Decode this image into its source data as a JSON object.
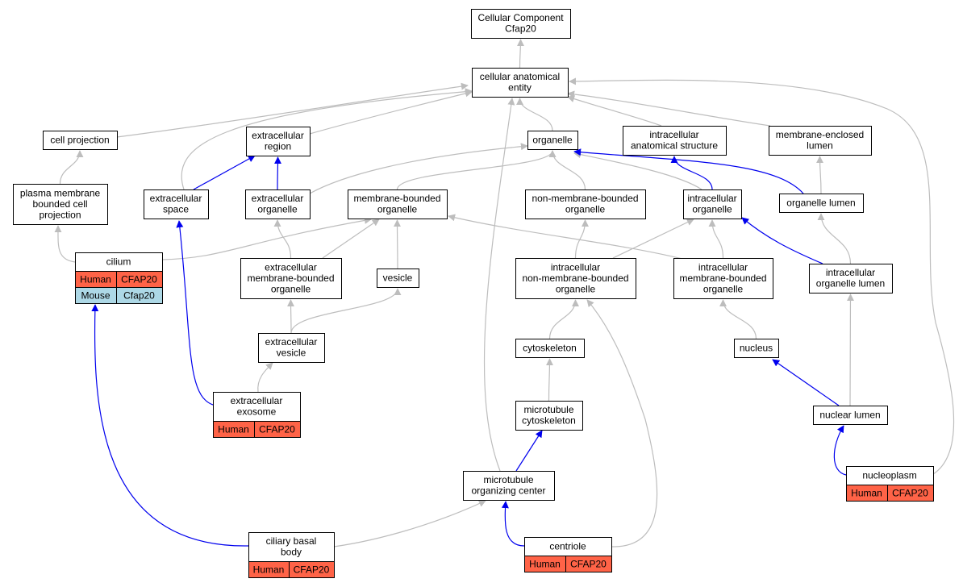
{
  "colors": {
    "gray_edge": "#bdbdbd",
    "blue_edge": "#0000ee",
    "human_fill": "#ff6347",
    "mouse_fill": "#add8e6"
  },
  "nodes": {
    "root": {
      "lines": [
        "Cellular Component",
        "Cfap20"
      ]
    },
    "cae": {
      "lines": [
        "cellular anatomical",
        "entity"
      ]
    },
    "cellproj": {
      "lines": [
        "cell projection"
      ]
    },
    "exreg": {
      "lines": [
        "extracellular",
        "region"
      ]
    },
    "organelle": {
      "lines": [
        "organelle"
      ]
    },
    "ias": {
      "lines": [
        "intracellular",
        "anatomical structure"
      ]
    },
    "mel": {
      "lines": [
        "membrane-enclosed",
        "lumen"
      ]
    },
    "pmbcp": {
      "lines": [
        "plasma membrane",
        "bounded cell",
        "projection"
      ]
    },
    "exspace": {
      "lines": [
        "extracellular",
        "space"
      ]
    },
    "exorg": {
      "lines": [
        "extracellular",
        "organelle"
      ]
    },
    "mbo": {
      "lines": [
        "membrane-bounded",
        "organelle"
      ]
    },
    "nmbo": {
      "lines": [
        "non-membrane-bounded",
        "organelle"
      ]
    },
    "intorg": {
      "lines": [
        "intracellular",
        "organelle"
      ]
    },
    "orglumen": {
      "lines": [
        "organelle lumen"
      ]
    },
    "cilium": {
      "lines": [
        "cilium"
      ],
      "rows": [
        [
          "Human",
          "CFAP20"
        ],
        [
          "Mouse",
          "Cfap20"
        ]
      ]
    },
    "exmbo": {
      "lines": [
        "extracellular",
        "membrane-bounded",
        "organelle"
      ]
    },
    "vesicle": {
      "lines": [
        "vesicle"
      ]
    },
    "inmbo": {
      "lines": [
        "intracellular",
        "non-membrane-bounded",
        "organelle"
      ]
    },
    "imbo": {
      "lines": [
        "intracellular",
        "membrane-bounded",
        "organelle"
      ]
    },
    "iol": {
      "lines": [
        "intracellular",
        "organelle lumen"
      ]
    },
    "exves": {
      "lines": [
        "extracellular",
        "vesicle"
      ]
    },
    "cytoskel": {
      "lines": [
        "cytoskeleton"
      ]
    },
    "nucleus": {
      "lines": [
        "nucleus"
      ]
    },
    "exosome": {
      "lines": [
        "extracellular",
        "exosome"
      ],
      "rows": [
        [
          "Human",
          "CFAP20"
        ]
      ]
    },
    "mtcyto": {
      "lines": [
        "microtubule",
        "cytoskeleton"
      ]
    },
    "nuclumen": {
      "lines": [
        "nuclear lumen"
      ]
    },
    "nucleoplasm": {
      "lines": [
        "nucleoplasm"
      ],
      "rows": [
        [
          "Human",
          "CFAP20"
        ]
      ]
    },
    "mtoc": {
      "lines": [
        "microtubule",
        "organizing center"
      ]
    },
    "cbb": {
      "lines": [
        "ciliary basal",
        "body"
      ],
      "rows": [
        [
          "Human",
          "CFAP20"
        ]
      ]
    },
    "centriole": {
      "lines": [
        "centriole"
      ],
      "rows": [
        [
          "Human",
          "CFAP20"
        ]
      ]
    }
  },
  "edges": [
    {
      "from": "cae",
      "to": "root",
      "type": "gray"
    },
    {
      "from": "cellproj",
      "to": "cae",
      "type": "gray"
    },
    {
      "from": "exreg",
      "to": "cae",
      "type": "gray"
    },
    {
      "from": "organelle",
      "to": "cae",
      "type": "gray"
    },
    {
      "from": "ias",
      "to": "cae",
      "type": "gray"
    },
    {
      "from": "mel",
      "to": "cae",
      "type": "gray"
    },
    {
      "from": "exspace",
      "to": "cae",
      "type": "gray"
    },
    {
      "from": "mtoc",
      "to": "cae",
      "type": "gray"
    },
    {
      "from": "nucleoplasm",
      "to": "cae",
      "type": "gray"
    },
    {
      "from": "pmbcp",
      "to": "cellproj",
      "type": "gray"
    },
    {
      "from": "exspace",
      "to": "exreg",
      "type": "blue"
    },
    {
      "from": "exorg",
      "to": "exreg",
      "type": "blue"
    },
    {
      "from": "exorg",
      "to": "organelle",
      "type": "gray"
    },
    {
      "from": "mbo",
      "to": "organelle",
      "type": "gray"
    },
    {
      "from": "nmbo",
      "to": "organelle",
      "type": "gray"
    },
    {
      "from": "intorg",
      "to": "organelle",
      "type": "gray"
    },
    {
      "from": "orglumen",
      "to": "organelle",
      "type": "blue"
    },
    {
      "from": "intorg",
      "to": "ias",
      "type": "blue"
    },
    {
      "from": "orglumen",
      "to": "mel",
      "type": "gray"
    },
    {
      "from": "cilium",
      "to": "pmbcp",
      "type": "gray"
    },
    {
      "from": "cilium",
      "to": "mbo",
      "type": "gray"
    },
    {
      "from": "exmbo",
      "to": "exorg",
      "type": "gray"
    },
    {
      "from": "exmbo",
      "to": "mbo",
      "type": "gray"
    },
    {
      "from": "vesicle",
      "to": "mbo",
      "type": "gray"
    },
    {
      "from": "imbo",
      "to": "mbo",
      "type": "gray"
    },
    {
      "from": "inmbo",
      "to": "nmbo",
      "type": "gray"
    },
    {
      "from": "inmbo",
      "to": "intorg",
      "type": "gray"
    },
    {
      "from": "imbo",
      "to": "intorg",
      "type": "gray"
    },
    {
      "from": "iol",
      "to": "intorg",
      "type": "blue"
    },
    {
      "from": "iol",
      "to": "orglumen",
      "type": "gray"
    },
    {
      "from": "exves",
      "to": "exmbo",
      "type": "gray"
    },
    {
      "from": "exves",
      "to": "vesicle",
      "type": "gray"
    },
    {
      "from": "cytoskel",
      "to": "inmbo",
      "type": "gray"
    },
    {
      "from": "centriole",
      "to": "inmbo",
      "type": "gray"
    },
    {
      "from": "nucleus",
      "to": "imbo",
      "type": "gray"
    },
    {
      "from": "nuclumen",
      "to": "iol",
      "type": "gray"
    },
    {
      "from": "exosome",
      "to": "exves",
      "type": "gray"
    },
    {
      "from": "exosome",
      "to": "exspace",
      "type": "blue"
    },
    {
      "from": "mtcyto",
      "to": "cytoskel",
      "type": "gray"
    },
    {
      "from": "nuclumen",
      "to": "nucleus",
      "type": "blue"
    },
    {
      "from": "mtoc",
      "to": "mtcyto",
      "type": "blue"
    },
    {
      "from": "nucleoplasm",
      "to": "nuclumen",
      "type": "blue"
    },
    {
      "from": "cbb",
      "to": "mtoc",
      "type": "gray"
    },
    {
      "from": "centriole",
      "to": "mtoc",
      "type": "blue"
    },
    {
      "from": "cbb",
      "to": "cilium",
      "type": "blue"
    }
  ]
}
